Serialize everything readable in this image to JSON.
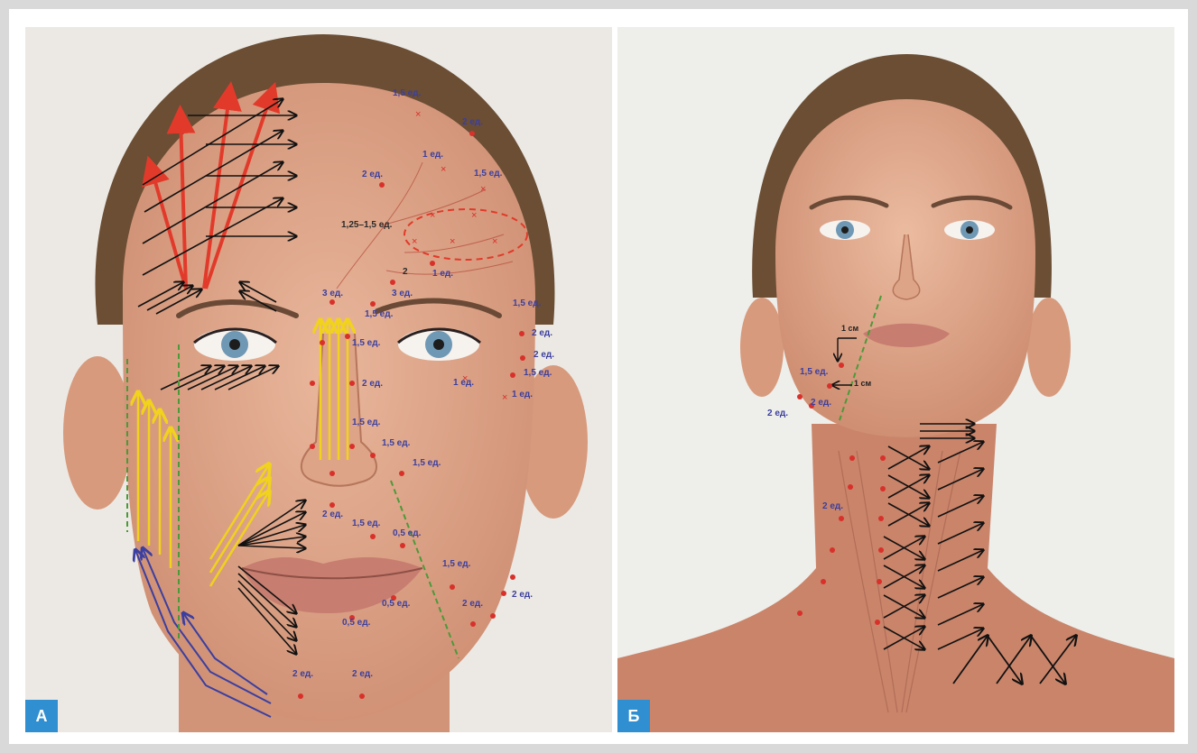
{
  "panels": [
    {
      "label": "А",
      "doses": [
        {
          "text": "1,5 ед."
        },
        {
          "text": "2 ед."
        },
        {
          "text": "1 ед."
        },
        {
          "text": "1,5 ед."
        },
        {
          "text": "2 ед."
        },
        {
          "text": "1,25–1,5 ед."
        },
        {
          "text": "2"
        },
        {
          "text": "1 ед."
        },
        {
          "text": "3 ед."
        },
        {
          "text": "3 ед."
        },
        {
          "text": "1,5 ед."
        },
        {
          "text": "1,5 ед."
        },
        {
          "text": "1,5 ед."
        },
        {
          "text": "2 ед."
        },
        {
          "text": "2 ед."
        },
        {
          "text": "1,5 ед."
        },
        {
          "text": "1 ед."
        },
        {
          "text": "1 ед."
        },
        {
          "text": "2 ед."
        },
        {
          "text": "1,5 ед."
        },
        {
          "text": "1,5 ед."
        },
        {
          "text": "1,5 ед."
        },
        {
          "text": "2 ед."
        },
        {
          "text": "1,5 ед."
        },
        {
          "text": "0,5 ед."
        },
        {
          "text": "1,5 ед."
        },
        {
          "text": "2 ед."
        },
        {
          "text": "2 ед."
        },
        {
          "text": "0,5 ед."
        },
        {
          "text": "0,5 ед."
        },
        {
          "text": "2 ед."
        },
        {
          "text": "2 ед."
        }
      ]
    },
    {
      "label": "Б",
      "doses": [
        {
          "text": "1 см"
        },
        {
          "text": "1,5 ед."
        },
        {
          "text": "1 см"
        },
        {
          "text": "2 ед."
        },
        {
          "text": "2 ед."
        },
        {
          "text": "2 ед."
        }
      ]
    }
  ],
  "colors": {
    "red_arrow": "#e23a2a",
    "black_arrow": "#111111",
    "yellow_arrow": "#f1d21c",
    "blue_arrow": "#3b3fa0",
    "green_dash": "#4b9a3a",
    "dot": "#d9302a",
    "label_blue": "#3b3f9e",
    "tag_blue": "#2f8fd0"
  }
}
